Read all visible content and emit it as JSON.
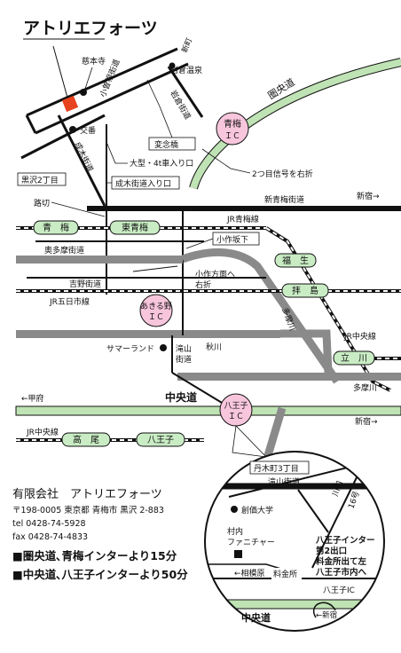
{
  "title": "アトリエフォーツ",
  "company": "有限会社　アトリエフォーツ",
  "address": "〒198-0005 東京都 青梅市 黒沢 2-883",
  "tel": "tel 0428-74-5928",
  "fax": "fax 0428-74-4833",
  "access": [
    "■圏央道､青梅インターより15分",
    "■中央道､八王子インターより50分"
  ],
  "colors": {
    "highway": "#bfe3b4",
    "road_gray": "#8a8a8a",
    "ic": "#f7c6dc",
    "station": "#c9ecc4",
    "destination": "#e8431f"
  },
  "labels": {
    "jimotoji": "慈本寺",
    "kosone": "小曽根街道",
    "shinmachi": "新町",
    "iwakura_onsen": "岩倉温泉",
    "iwakura_kaido": "岩倉街道",
    "koban": "交番",
    "nariki_kaido": "成木街道",
    "hensokyo": "変念橋",
    "oogata": "大型・4t車入り口",
    "kurosawa2": "黒沢2丁目",
    "nariki_iriguchi": "成木街道入り口",
    "second_signal": "2つ目信号を右折",
    "kenodo": "圏央道",
    "ome_ic": "青梅\nＩＣ",
    "shin_ome_kaido": "新青梅街道",
    "shinjuku": "新宿→",
    "rokata": "路切",
    "jr_ome_line": "JR青梅線",
    "ome": "青　梅",
    "higashi_ome": "東青梅",
    "okutama_kaido": "奥多摩街道",
    "osakushita": "小作坂下",
    "fussa": "福　生",
    "yoshino_kaido": "吉野街道",
    "osaku_turn": "小作方面へ\n右折",
    "haijima": "拝　島",
    "jr_itsukaichi": "JR五日市線",
    "akiruno_ic": "あきる野\nＩＣ",
    "tamagawa_label": "多摩川",
    "summerland": "サマーランド",
    "takiyama": "滝山\n街道",
    "akigawa": "秋川",
    "jr_chuo": "JR中央線",
    "tachikawa": "立　川",
    "tamagawa_river": "多摩川",
    "kofu": "←甲府",
    "chuodo": "中央道",
    "hachioji_ic": "八王子\nＩＣ",
    "takao": "高　尾",
    "hachioji": "八王子",
    "jr_chuo_left": "JR中央線",
    "tangi3": "丹木町3丁目",
    "takiyama_kaido": "滝山街道",
    "kawaguchi": "川口",
    "route16": "16号",
    "soka_univ": "創価大学",
    "murauchi": "村内\nファニチャー",
    "hachioji_exit": "八王子インター\n第2出口\n料金所出て左\n八王子市内へ",
    "sagamihara": "←相模原",
    "ryokinsho": "料金所",
    "hachioji_ic_inset": "八王子IC",
    "chuodo_inset": "中央道",
    "shinjuku_inset": "←新宿"
  }
}
